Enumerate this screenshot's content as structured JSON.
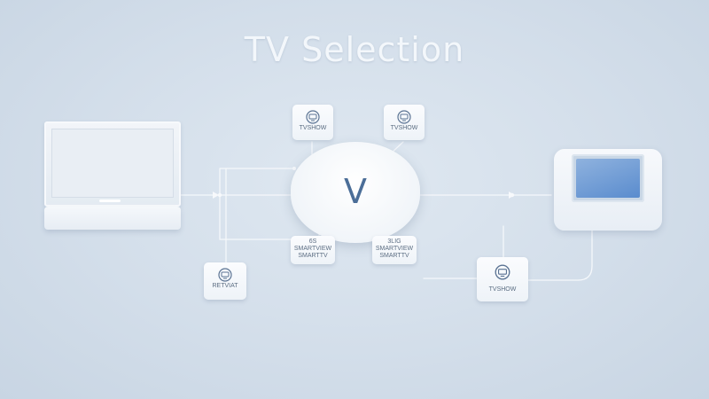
{
  "title": "TV Selection",
  "hub": {
    "label": "V"
  },
  "nodes": {
    "top_left": {
      "label": "TVSHOW"
    },
    "top_right": {
      "label": "TVSHOW"
    },
    "mid_left": {
      "label_1": "6S",
      "label_2": "SMARTVIEW",
      "label_3": "SMARTTV"
    },
    "mid_right": {
      "label_1": "3LIG",
      "label_2": "SMARTVIEW",
      "label_3": "SMARTTV"
    },
    "bottom_left": {
      "label": "RETVIAT"
    },
    "bottom_right": {
      "label": "TVSHOW"
    }
  },
  "colors": {
    "background": "#d3deea",
    "accent": "#4b6e98",
    "screen_blue": "#5a8cce"
  }
}
